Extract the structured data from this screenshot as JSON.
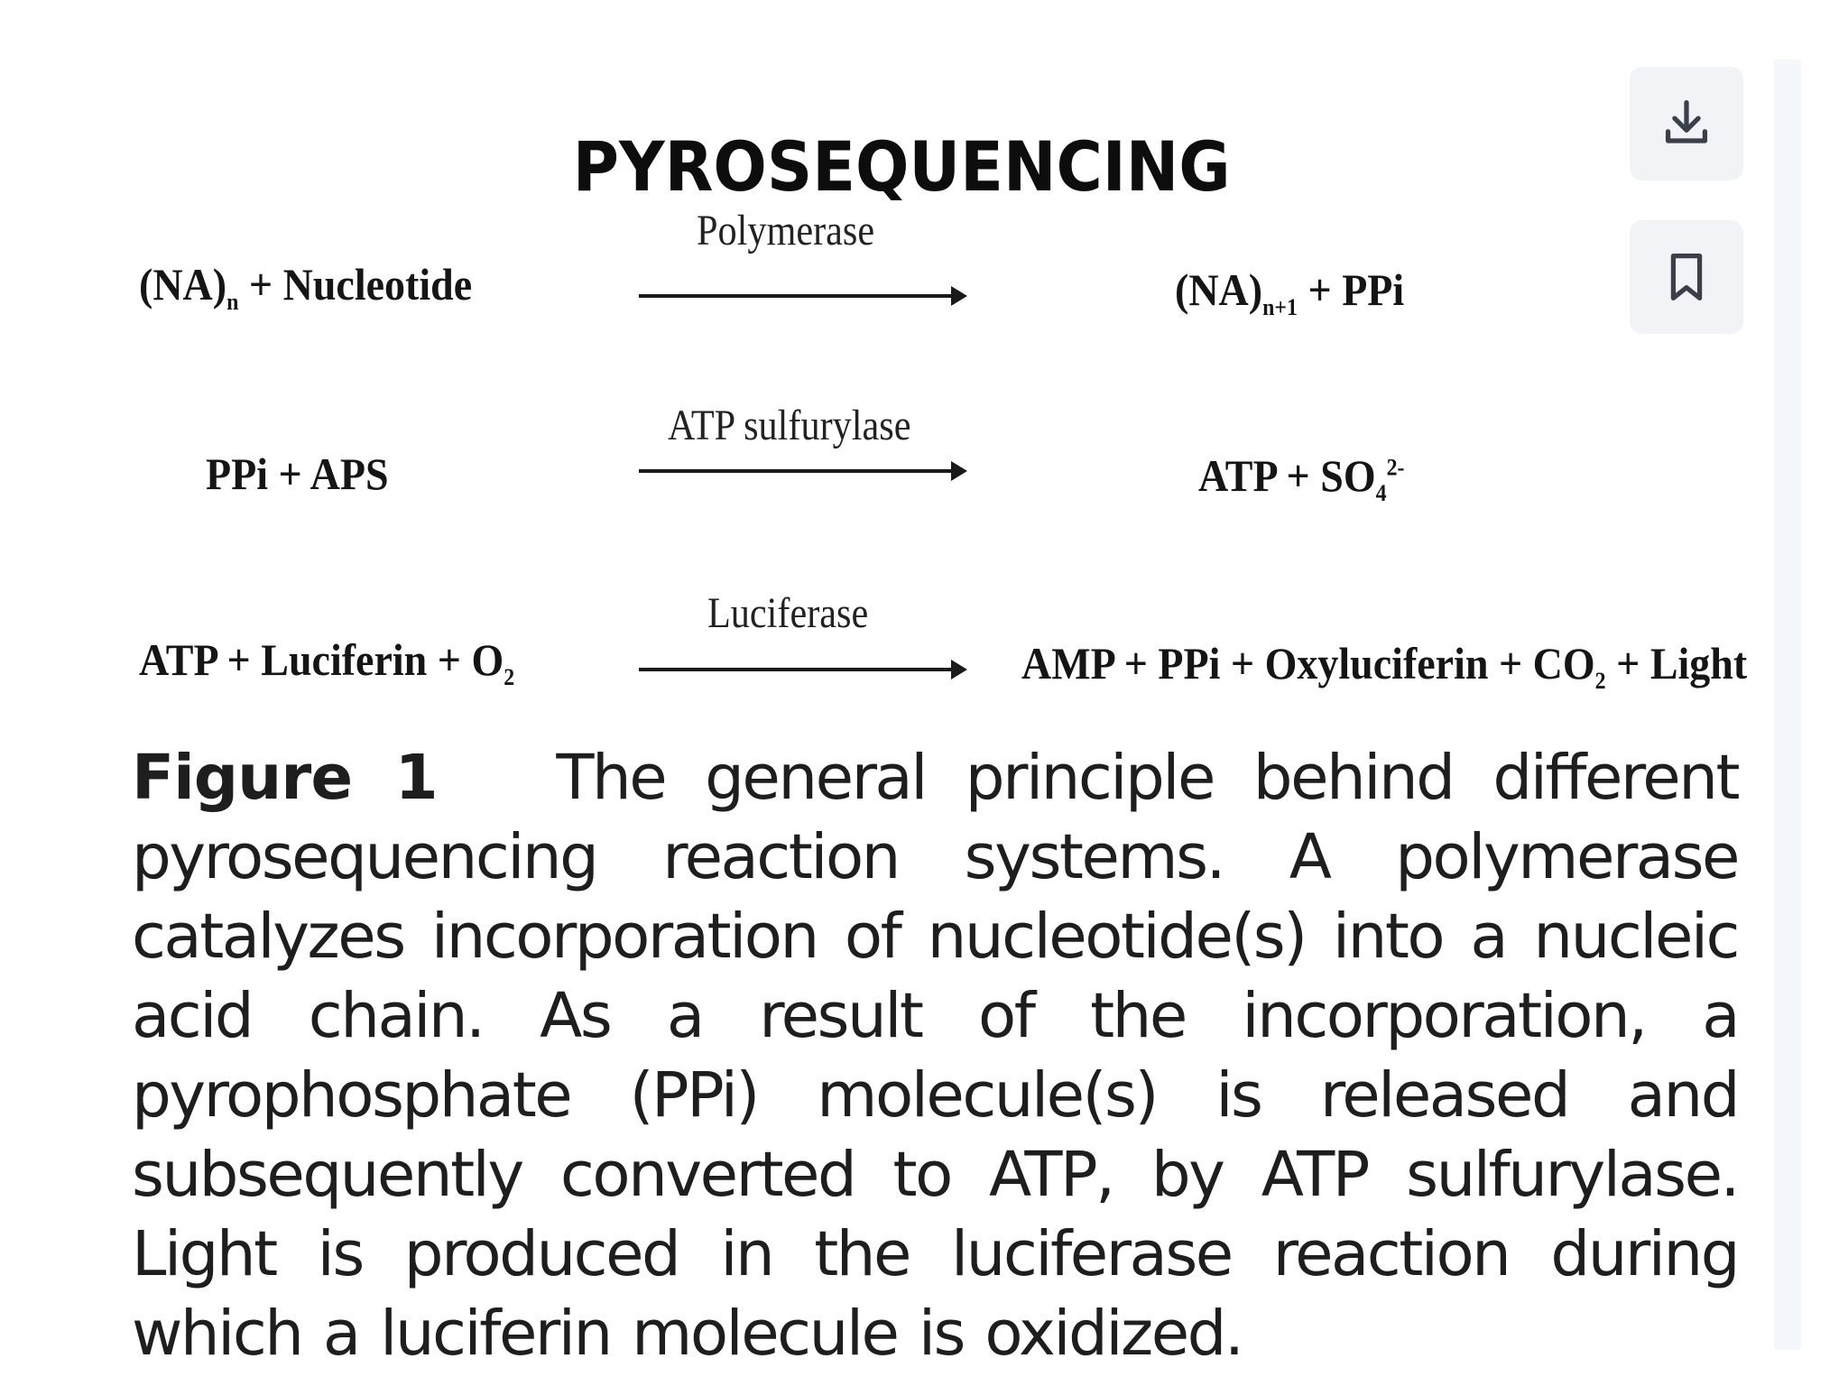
{
  "title": "PYROSEQUENCING",
  "reactions": [
    {
      "enzyme": "Polymerase",
      "left": "(NA)<sub>n</sub> + Nucleotide",
      "right": "(NA)<sub>n+1</sub> + PPi"
    },
    {
      "enzyme": "ATP sulfurylase",
      "left": "PPi + APS",
      "right": "ATP + SO<sub>4</sub><sup>2-</sup>"
    },
    {
      "enzyme": "Luciferase",
      "left": "ATP + Luciferin + O<sub>2</sub>",
      "right": "AMP + PPi + Oxyluciferin + CO<sub>2</sub> + Light"
    }
  ],
  "caption": {
    "label": "Figure 1",
    "text": "The general principle behind different pyrosequencing reaction systems. A polymerase catalyzes incorporation of nucleotide(s) into a nucleic acid chain. As a result of the incorporation, a pyrophosphate (PPi) molecule(s) is released and subsequently converted to ATP, by ATP sulfurylase. Light is produced in the luciferase reaction during which a luciferin molecule is oxidized."
  },
  "actions": {
    "download_icon": "download-icon",
    "bookmark_icon": "bookmark-icon"
  },
  "colors": {
    "button_bg": "#f1f3f6",
    "icon_stroke": "#3a3f4a",
    "text": "#1e1e1e"
  }
}
